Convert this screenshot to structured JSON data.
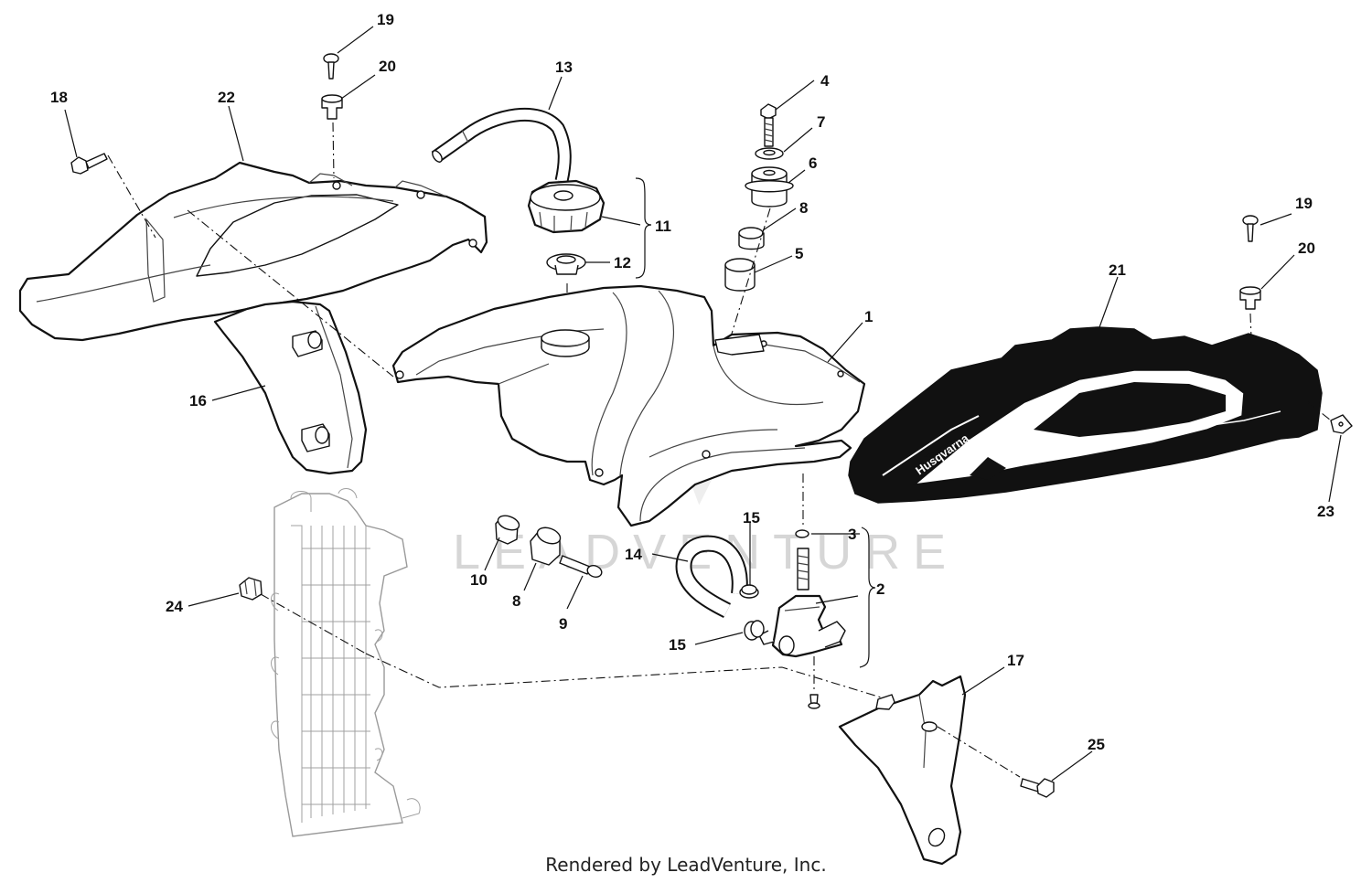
{
  "watermark": {
    "text": "LEADVENTURE",
    "logo": "leadventure-flame-logo"
  },
  "decal_text": "Husqvarna",
  "footer": {
    "credit": "Rendered by LeadVenture, Inc."
  },
  "callouts": {
    "c1": "1",
    "c2": "2",
    "c3": "3",
    "c4": "4",
    "c5": "5",
    "c6": "6",
    "c7": "7",
    "c8a": "8",
    "c8b": "8",
    "c9": "9",
    "c10": "10",
    "c11": "11",
    "c12": "12",
    "c13": "13",
    "c14": "14",
    "c15a": "15",
    "c15b": "15",
    "c16": "16",
    "c17": "17",
    "c18": "18",
    "c19a": "19",
    "c19b": "19",
    "c20a": "20",
    "c20b": "20",
    "c21": "21",
    "c22": "22",
    "c23": "23",
    "c24": "24",
    "c25": "25"
  }
}
